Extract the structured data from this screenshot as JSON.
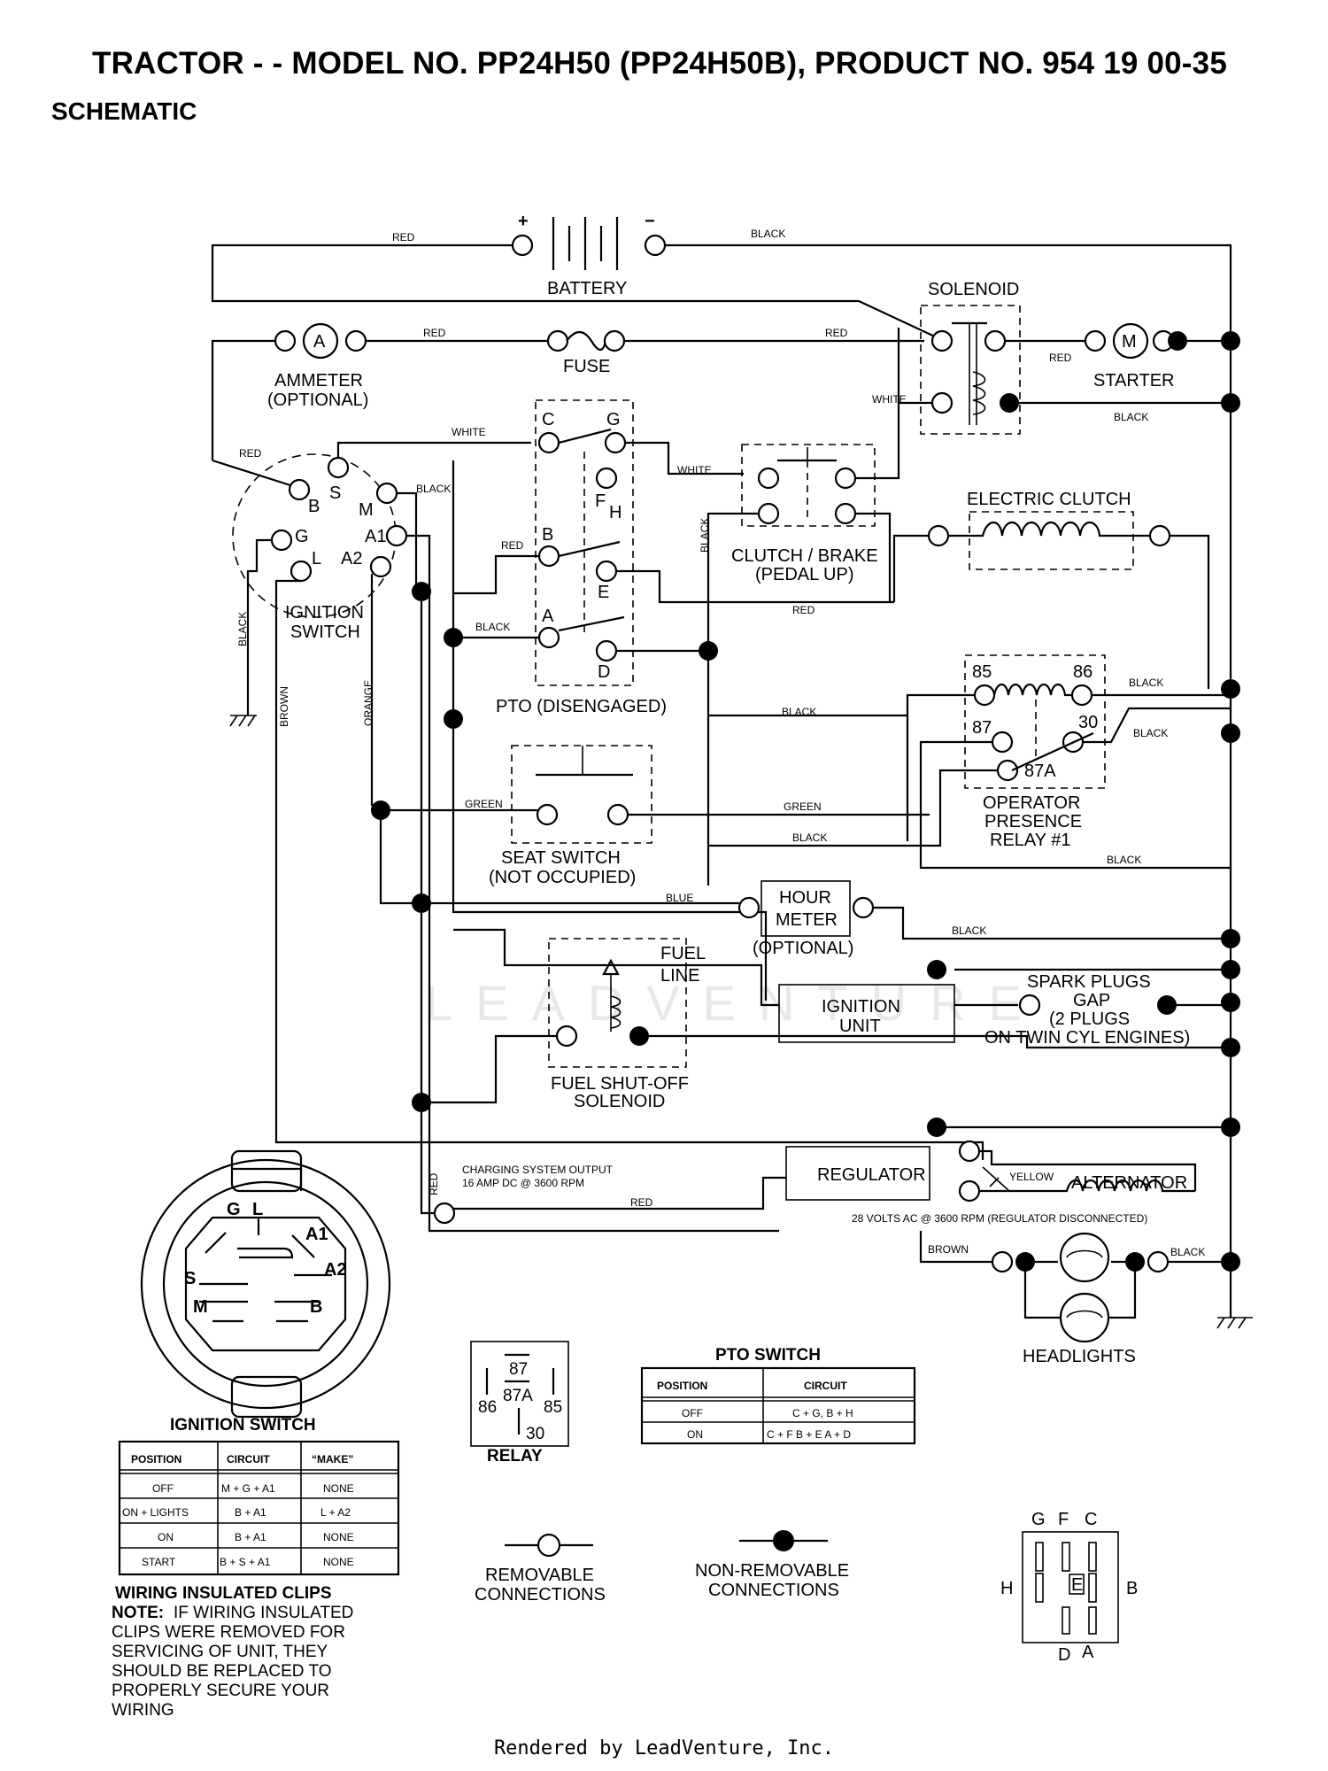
{
  "header": {
    "title": "TRACTOR - - MODEL NO. PP24H50 (PP24H50B), PRODUCT NO. 954 19 00-35",
    "subtitle": "SCHEMATIC"
  },
  "watermark": "LEADVENTURE",
  "footer": "Rendered by LeadVenture, Inc.",
  "components": {
    "battery": "BATTERY",
    "battery_pos": "+",
    "battery_neg": "−",
    "solenoid": "SOLENOID",
    "ammeter": [
      "AMMETER",
      "(OPTIONAL)"
    ],
    "ammeter_symbol": "A",
    "fuse": "FUSE",
    "starter": "STARTER",
    "starter_symbol": "M",
    "ignition_switch": [
      "IGNITION",
      "SWITCH"
    ],
    "clutch_brake": [
      "CLUTCH / BRAKE",
      "(PEDAL UP)"
    ],
    "electric_clutch": "ELECTRIC CLUTCH",
    "pto": "PTO (DISENGAGED)",
    "seat_switch": [
      "SEAT SWITCH",
      "(NOT OCCUPIED)"
    ],
    "operator_relay": [
      "OPERATOR",
      "PRESENCE",
      "RELAY #1"
    ],
    "hour_meter": [
      "HOUR",
      "METER"
    ],
    "hour_meter_optional": "(OPTIONAL)",
    "fuel_line": [
      "FUEL",
      "LINE"
    ],
    "ignition_unit": [
      "IGNITION",
      "UNIT"
    ],
    "spark_plugs": [
      "SPARK PLUGS",
      "GAP",
      "(2 PLUGS",
      "ON TWIN CYL  ENGINES)"
    ],
    "fuel_solenoid": [
      "FUEL SHUT-OFF",
      "SOLENOID"
    ],
    "charging_output": [
      "CHARGING SYSTEM OUTPUT",
      "16 AMP DC @ 3600 RPM"
    ],
    "regulator": "REGULATOR",
    "alternator": "ALTERNATOR",
    "alternator_note": "28 VOLTS AC @ 3600 RPM (REGULATOR DISCONNECTED)",
    "headlights": "HEADLIGHTS"
  },
  "wire_labels": {
    "red": "RED",
    "black": "BLACK",
    "white": "WHITE",
    "green": "GREEN",
    "blue": "BLUE",
    "brown": "BROWN",
    "orange": "ORANGE",
    "yellow": "YELLOW"
  },
  "terminals": {
    "ignition": [
      "B",
      "S",
      "M",
      "G",
      "A1",
      "L",
      "A2"
    ],
    "pto": [
      "C",
      "G",
      "F",
      "H",
      "B",
      "E",
      "A",
      "D"
    ],
    "relay": [
      "85",
      "86",
      "87",
      "30",
      "87A"
    ]
  },
  "ignition_table": {
    "title": "IGNITION SWITCH",
    "headers": [
      "POSITION",
      "CIRCUIT",
      "“MAKE”"
    ],
    "rows": [
      [
        "OFF",
        "M + G + A1",
        "NONE"
      ],
      [
        "ON + LIGHTS",
        "B + A1",
        "L + A2"
      ],
      [
        "ON",
        "B + A1",
        "NONE"
      ],
      [
        "START",
        "B + S + A1",
        "NONE"
      ]
    ]
  },
  "pto_table": {
    "title": "PTO SWITCH",
    "headers": [
      "POSITION",
      "CIRCUIT"
    ],
    "rows": [
      [
        "OFF",
        "C + G, B + H"
      ],
      [
        "ON",
        "C + F  B + E  A + D"
      ]
    ]
  },
  "relay_diagram": {
    "title": "RELAY",
    "pins": [
      "87",
      "87A",
      "86",
      "85",
      "30"
    ]
  },
  "connector_face": {
    "pins": [
      "G",
      "F",
      "C",
      "H",
      "E",
      "B",
      "D",
      "A"
    ]
  },
  "ignition_face_pins": [
    "G",
    "L",
    "A1",
    "A2",
    "S",
    "M",
    "B"
  ],
  "legend": {
    "removable": [
      "REMOVABLE",
      "CONNECTIONS"
    ],
    "non_removable": [
      "NON-REMOVABLE",
      "CONNECTIONS"
    ]
  },
  "note": {
    "title": "WIRING INSULATED CLIPS",
    "bold_lead": "NOTE:",
    "lines": [
      "IF WIRING INSULATED",
      "CLIPS WERE REMOVED FOR",
      "SERVICING OF UNIT, THEY",
      "SHOULD BE REPLACED TO",
      "PROPERLY SECURE YOUR",
      "WIRING"
    ]
  }
}
